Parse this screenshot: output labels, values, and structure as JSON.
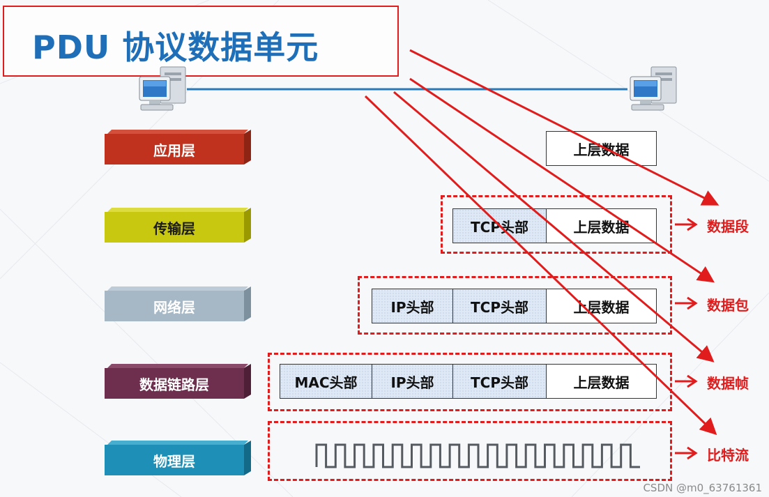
{
  "title": "PDU 协议数据单元",
  "layers": [
    {
      "name": "应用层",
      "face": "#c0321e",
      "top": "#d2503c",
      "side": "#8e2414"
    },
    {
      "name": "传输层",
      "face": "#c8c810",
      "top": "#dcdc40",
      "side": "#9a9a00"
    },
    {
      "name": "网络层",
      "face": "#a6b8c6",
      "top": "#bccbd7",
      "side": "#7c909e"
    },
    {
      "name": "数据链路层",
      "face": "#6e2f4e",
      "top": "#8a4a6a",
      "side": "#4e1f36"
    },
    {
      "name": "物理层",
      "face": "#1e90b8",
      "top": "#48aed0",
      "side": "#136a88"
    }
  ],
  "rows": {
    "application": {
      "upper": "上层数据"
    },
    "transport": {
      "tcp": "TCP头部",
      "upper": "上层数据"
    },
    "network": {
      "ip": "IP头部",
      "tcp": "TCP头部",
      "upper": "上层数据"
    },
    "datalink": {
      "mac": "MAC头部",
      "ip": "IP头部",
      "tcp": "TCP头部",
      "upper": "上层数据"
    }
  },
  "pdu_labels": {
    "segment": "数据段",
    "packet": "数据包",
    "frame": "数据帧",
    "bits": "比特流"
  },
  "watermark": "CSDN @m0_63761361",
  "colors": {
    "accent_red": "#e01c1c",
    "title_blue": "#1f6fb8",
    "link_blue": "#2a7ab8"
  }
}
